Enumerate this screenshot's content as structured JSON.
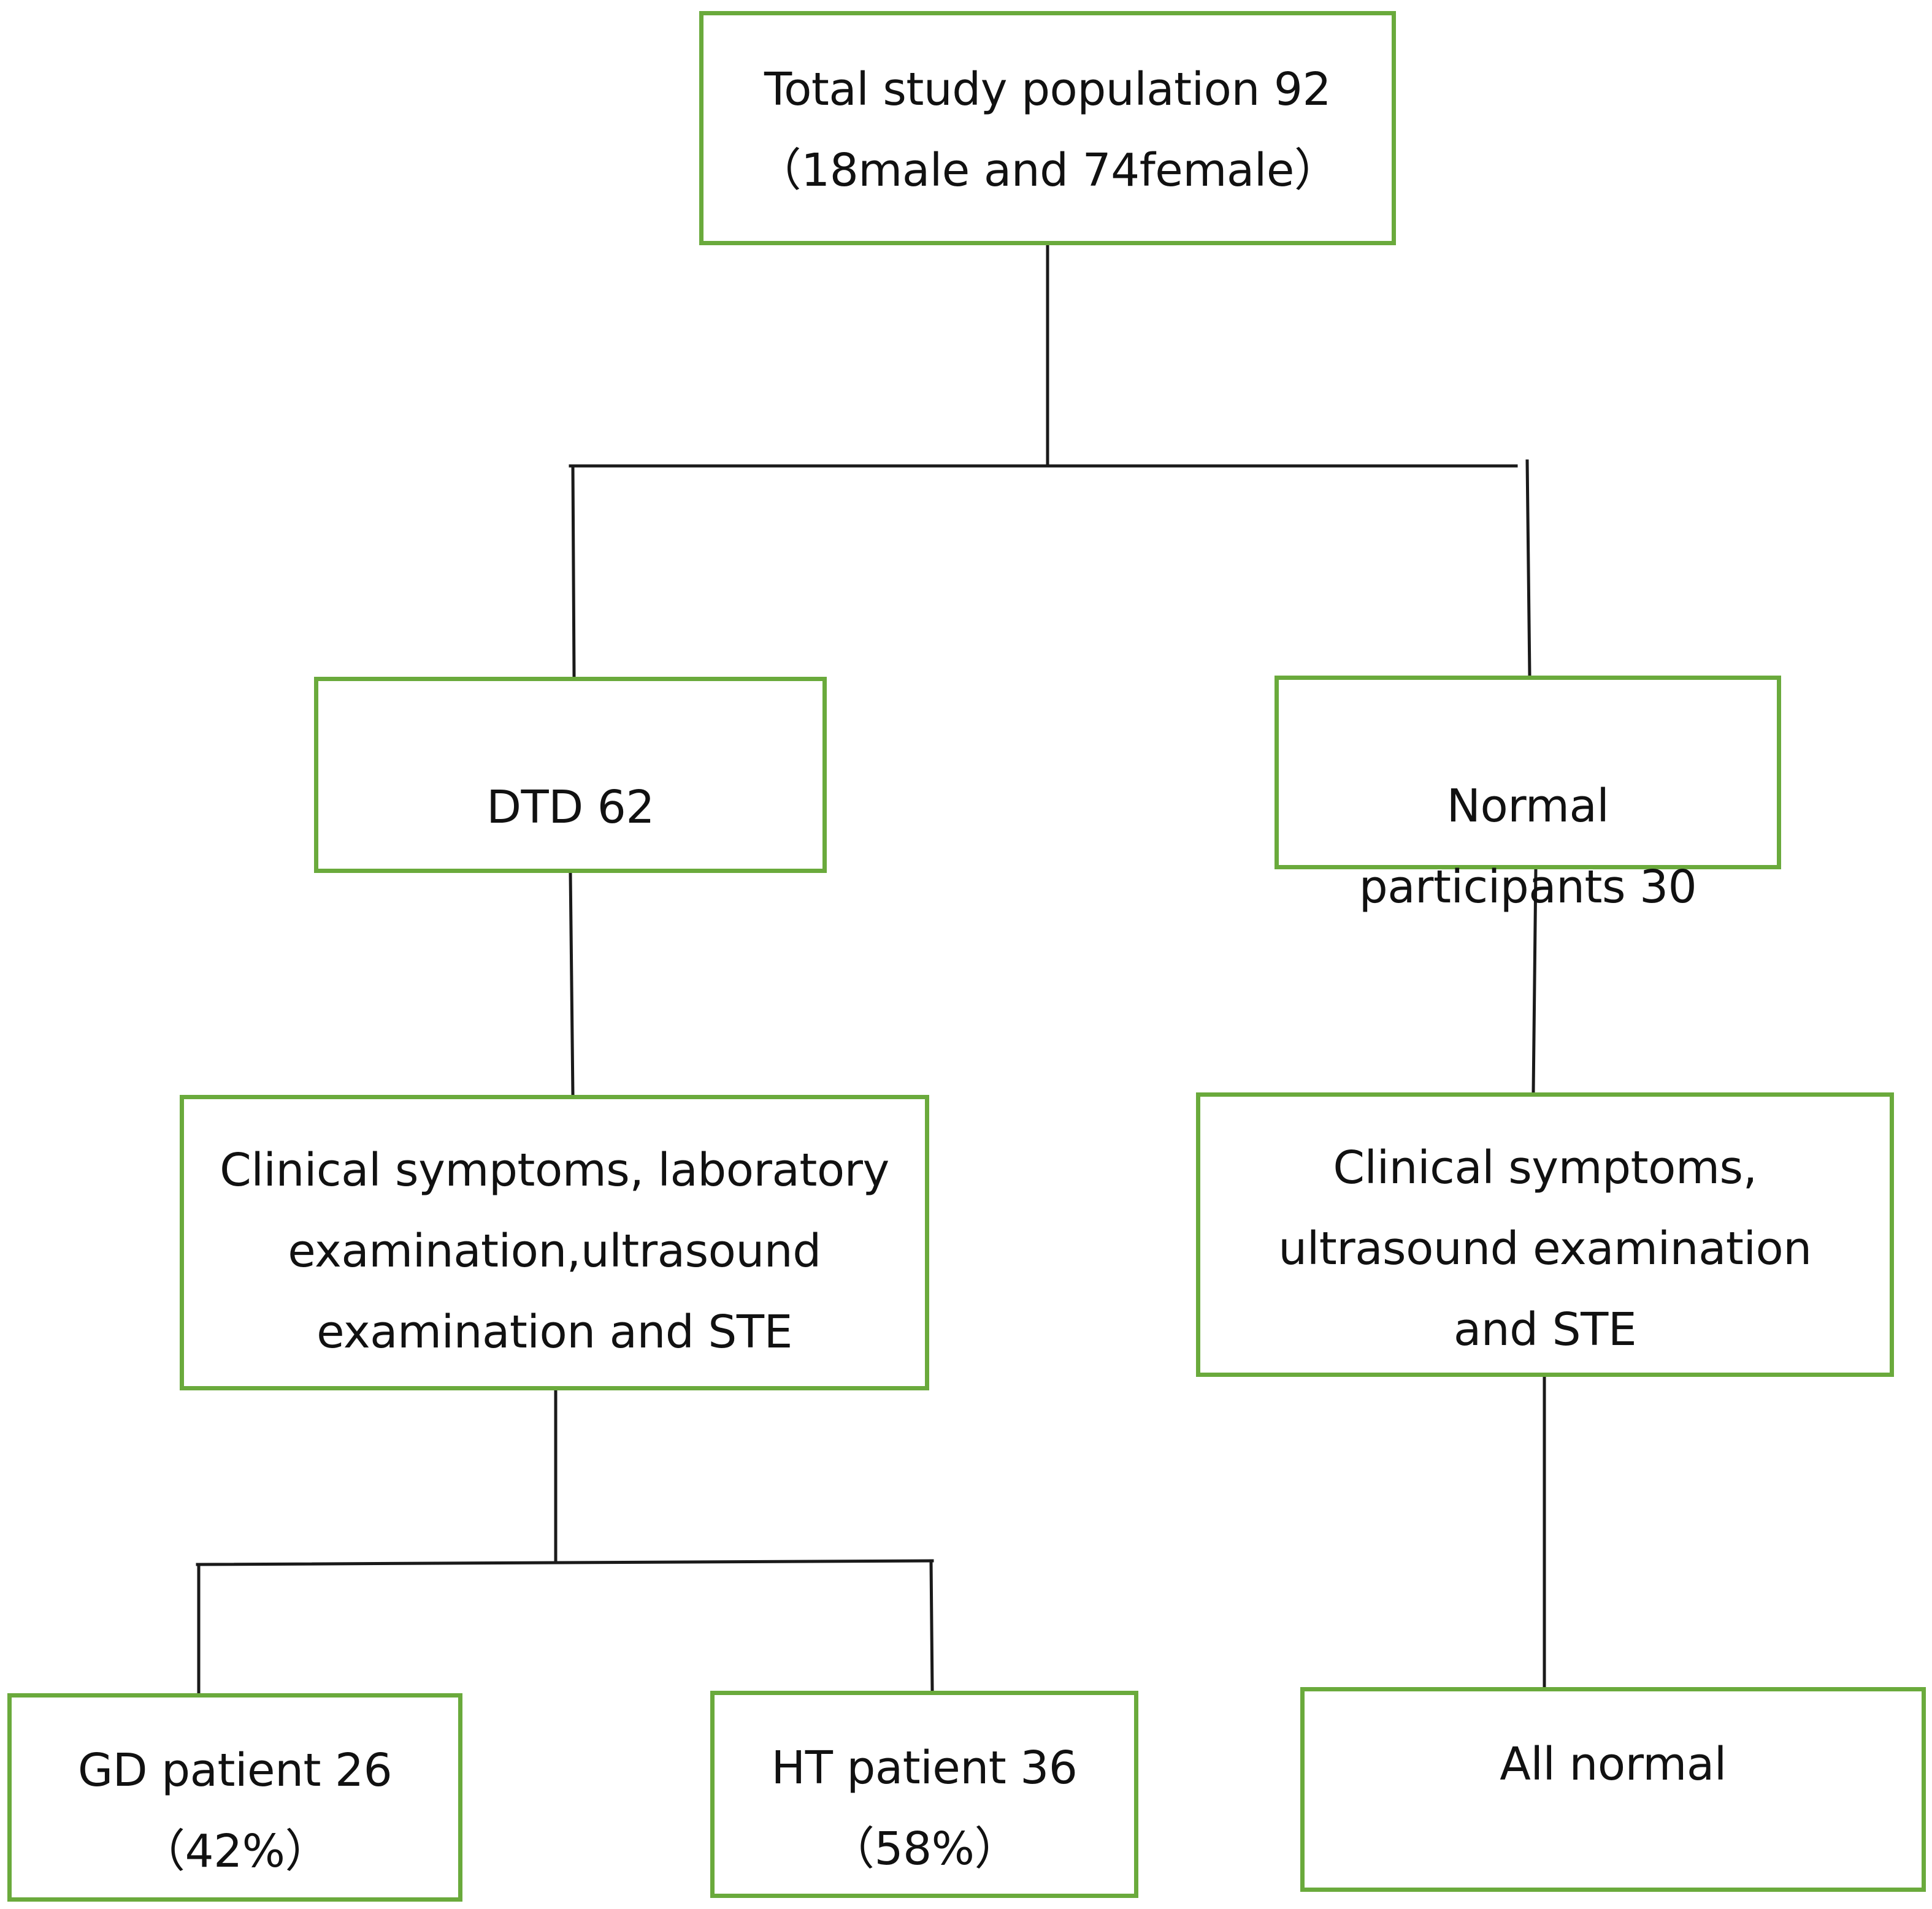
{
  "nodes": {
    "total": {
      "lines": [
        "Total study population 92",
        "（18male and 74female）"
      ]
    },
    "dtd": {
      "lines": [
        "DTD 62"
      ]
    },
    "normal": {
      "lines": [
        "Normal",
        "participants 30"
      ]
    },
    "dtd_exam": {
      "lines": [
        "Clinical symptoms, laboratory",
        "examination,ultrasound",
        "examination and STE"
      ]
    },
    "normal_exam": {
      "lines": [
        "Clinical symptoms,",
        "ultrasound examination",
        "and STE"
      ]
    },
    "gd": {
      "lines": [
        "GD patient 26",
        "（42%）"
      ]
    },
    "ht": {
      "lines": [
        "HT patient 36",
        "（58%）"
      ]
    },
    "all_normal": {
      "lines": [
        "All normal"
      ]
    }
  },
  "colors": {
    "box_border": "#6aaa3c",
    "connector": "#1a1a1a",
    "text": "#111111"
  }
}
